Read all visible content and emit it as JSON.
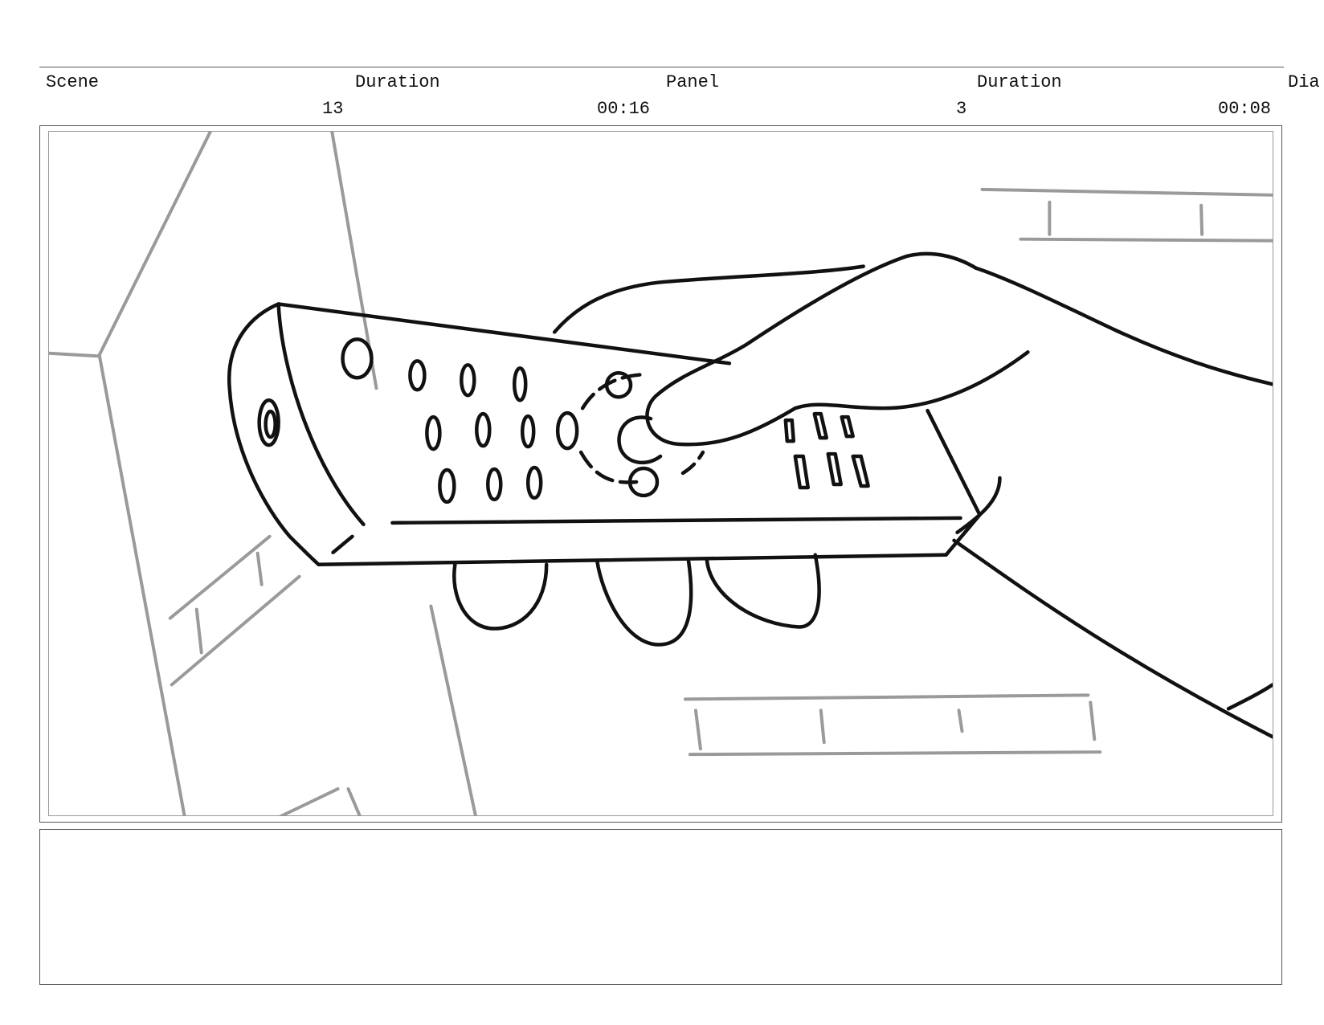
{
  "header": {
    "scene_label": "Scene",
    "scene_duration_label": "Duration",
    "panel_label": "Panel",
    "panel_duration_label": "Duration",
    "dialogue_label": "Dia"
  },
  "values": {
    "scene_number": "13",
    "scene_duration": "00:16",
    "panel_number": "3",
    "panel_duration": "00:08"
  },
  "panel": {
    "illustration": "hand-holding-remote-sketch"
  },
  "colors": {
    "ink": "#111111",
    "sketch_gray": "#9a9a9a",
    "frame": "#555555"
  }
}
